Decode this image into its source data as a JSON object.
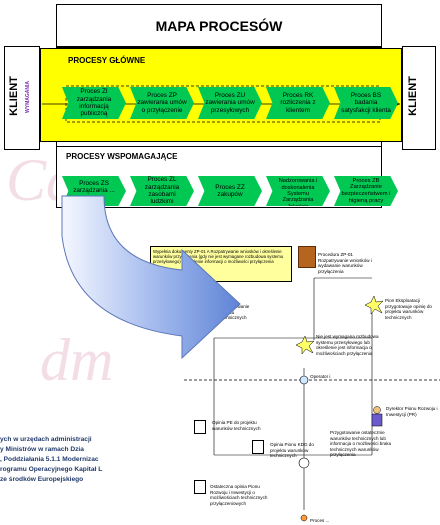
{
  "diagram": {
    "title": "MAPA PROCESÓW",
    "client_left": "KLIENT",
    "client_right": "KLIENT",
    "requirements": "WYMAGANIA",
    "main_section": "PROCESY GŁÓWNE",
    "support_section": "PROCESY WSPOMAGAJĄCE",
    "main_processes": [
      "Proces ZI zarządzania informacją publiczną",
      "Proces ZP zawierania umów o przyłączenie",
      "Proces ZU zawierania umów przesyłowych",
      "Proces RK rozliczenia z klientem",
      "Proces BS badania satysfakcji klienta"
    ],
    "support_processes": [
      "Proces ZS zarządzania ... owe",
      "Proces ZL zarządzania zasobami ludzkimi",
      "Proces ZZ zakupów",
      "Proces NS Nadzorowania i doskonalenia Systemu Zarządzania Jakością",
      "Proces ZB Zarządzanie bezpieczeństwem i higieną pracy"
    ],
    "flowchart": {
      "top_note": "Wypełnia dokumenty ZP-01 A Rozpatrywanie wniosków i określenie warunków przyłączenia (gdy nie jest wymagane rozbudowa systemu przesyłowego) i udzielenie informacji o możliwości przyłączenia",
      "procedure": "Procedura ZP-01 Rozpatrywanie wniosków i wydawanie warunków przyłączenia",
      "pion_kdg": "Pion KDG przygotowanie opinię do projektu warunków technicznych",
      "pion_eksp": "Pion Eksploatacji przygotowuje opinię do projektu warunków technicznych",
      "decision": "Nie jest wymagana rozbudowa systemu przesyłowego lub określenie jest informacja o możliwościach przyłączenia",
      "operator": "Operator i",
      "opinia_pe": "Opinia PE do projektu warunków technicznych",
      "opinia_kdg": "Opinia Pionu KDG do projektu warunków technicznych",
      "prepare": "Przygotowanie ostatecznie warunków technicznych lub informacja o możliwości braku technicznych warunków przyłączenia",
      "dyrektor": "Dyrektor Pionu Rozwoju i Inwestycji (PR)",
      "final_opinion": "Ostateczna opinia Pionu Rozwoju i Inwestycji o możliwościach technicznych przyłączeniowych",
      "end_label": "Proces ... "
    },
    "watermark": [
      "Ca",
      "dm"
    ],
    "footer_lines": [
      "ych w urzędach administracji",
      "y Ministrów w ramach Dzia",
      ", Poddziałania 5.1.1 Modernizac",
      "rogramu Operacyjnego Kapitał L",
      "ze środków Europejskiego"
    ]
  }
}
